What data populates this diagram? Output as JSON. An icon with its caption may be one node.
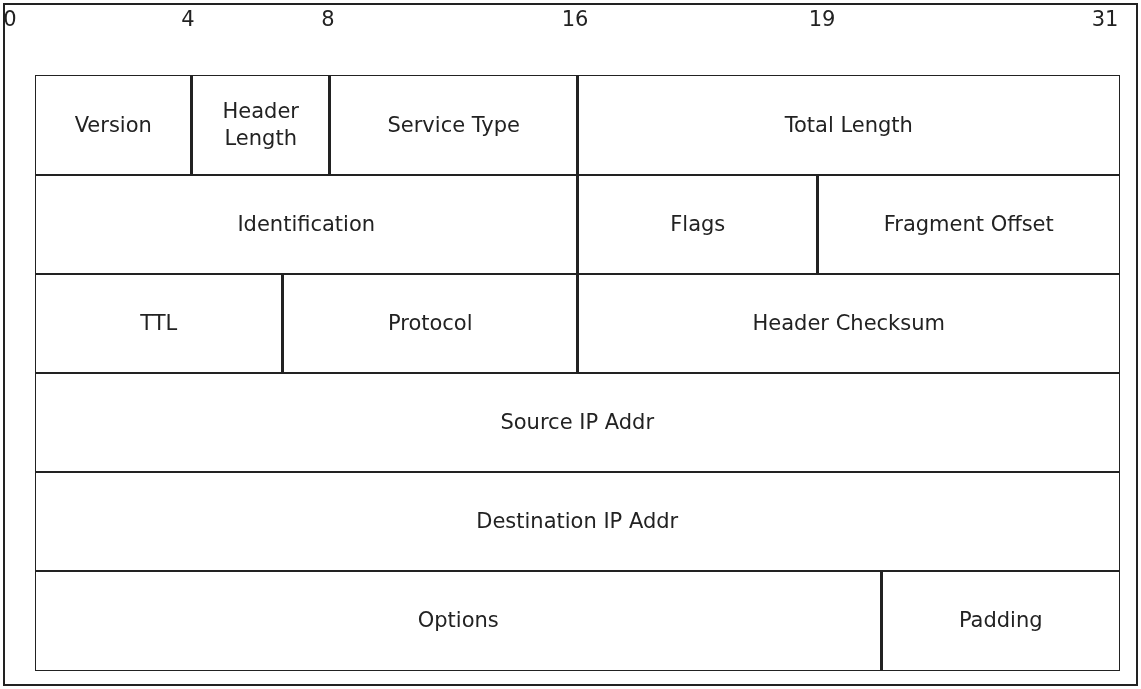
{
  "diagram": {
    "nodes": [
      {
        "text": [
          "Version"
        ]
      },
      {
        "text": [
          "Header Length"
        ]
      },
      {
        "text": [
          "Service Type"
        ]
      },
      {
        "text": [
          "Total Length"
        ]
      },
      {
        "text": [
          "Identification"
        ]
      },
      {
        "text": [
          "Flags"
        ]
      },
      {
        "text": [
          "Fragment Offset"
        ]
      },
      {
        "text": [
          "TTL"
        ]
      },
      {
        "text": [
          "Protocol"
        ]
      },
      {
        "text": [
          "Header Checksum"
        ]
      },
      {
        "text": [
          "Source IP Addr"
        ]
      },
      {
        "text": [
          "Destination IP Addr"
        ]
      },
      {
        "text": [
          "Options"
        ]
      },
      {
        "text": [
          "Padding"
        ]
      }
    ],
    "edges": [],
    "labels": [
      "0",
      "4",
      "8",
      "16",
      "19",
      "31"
    ]
  }
}
